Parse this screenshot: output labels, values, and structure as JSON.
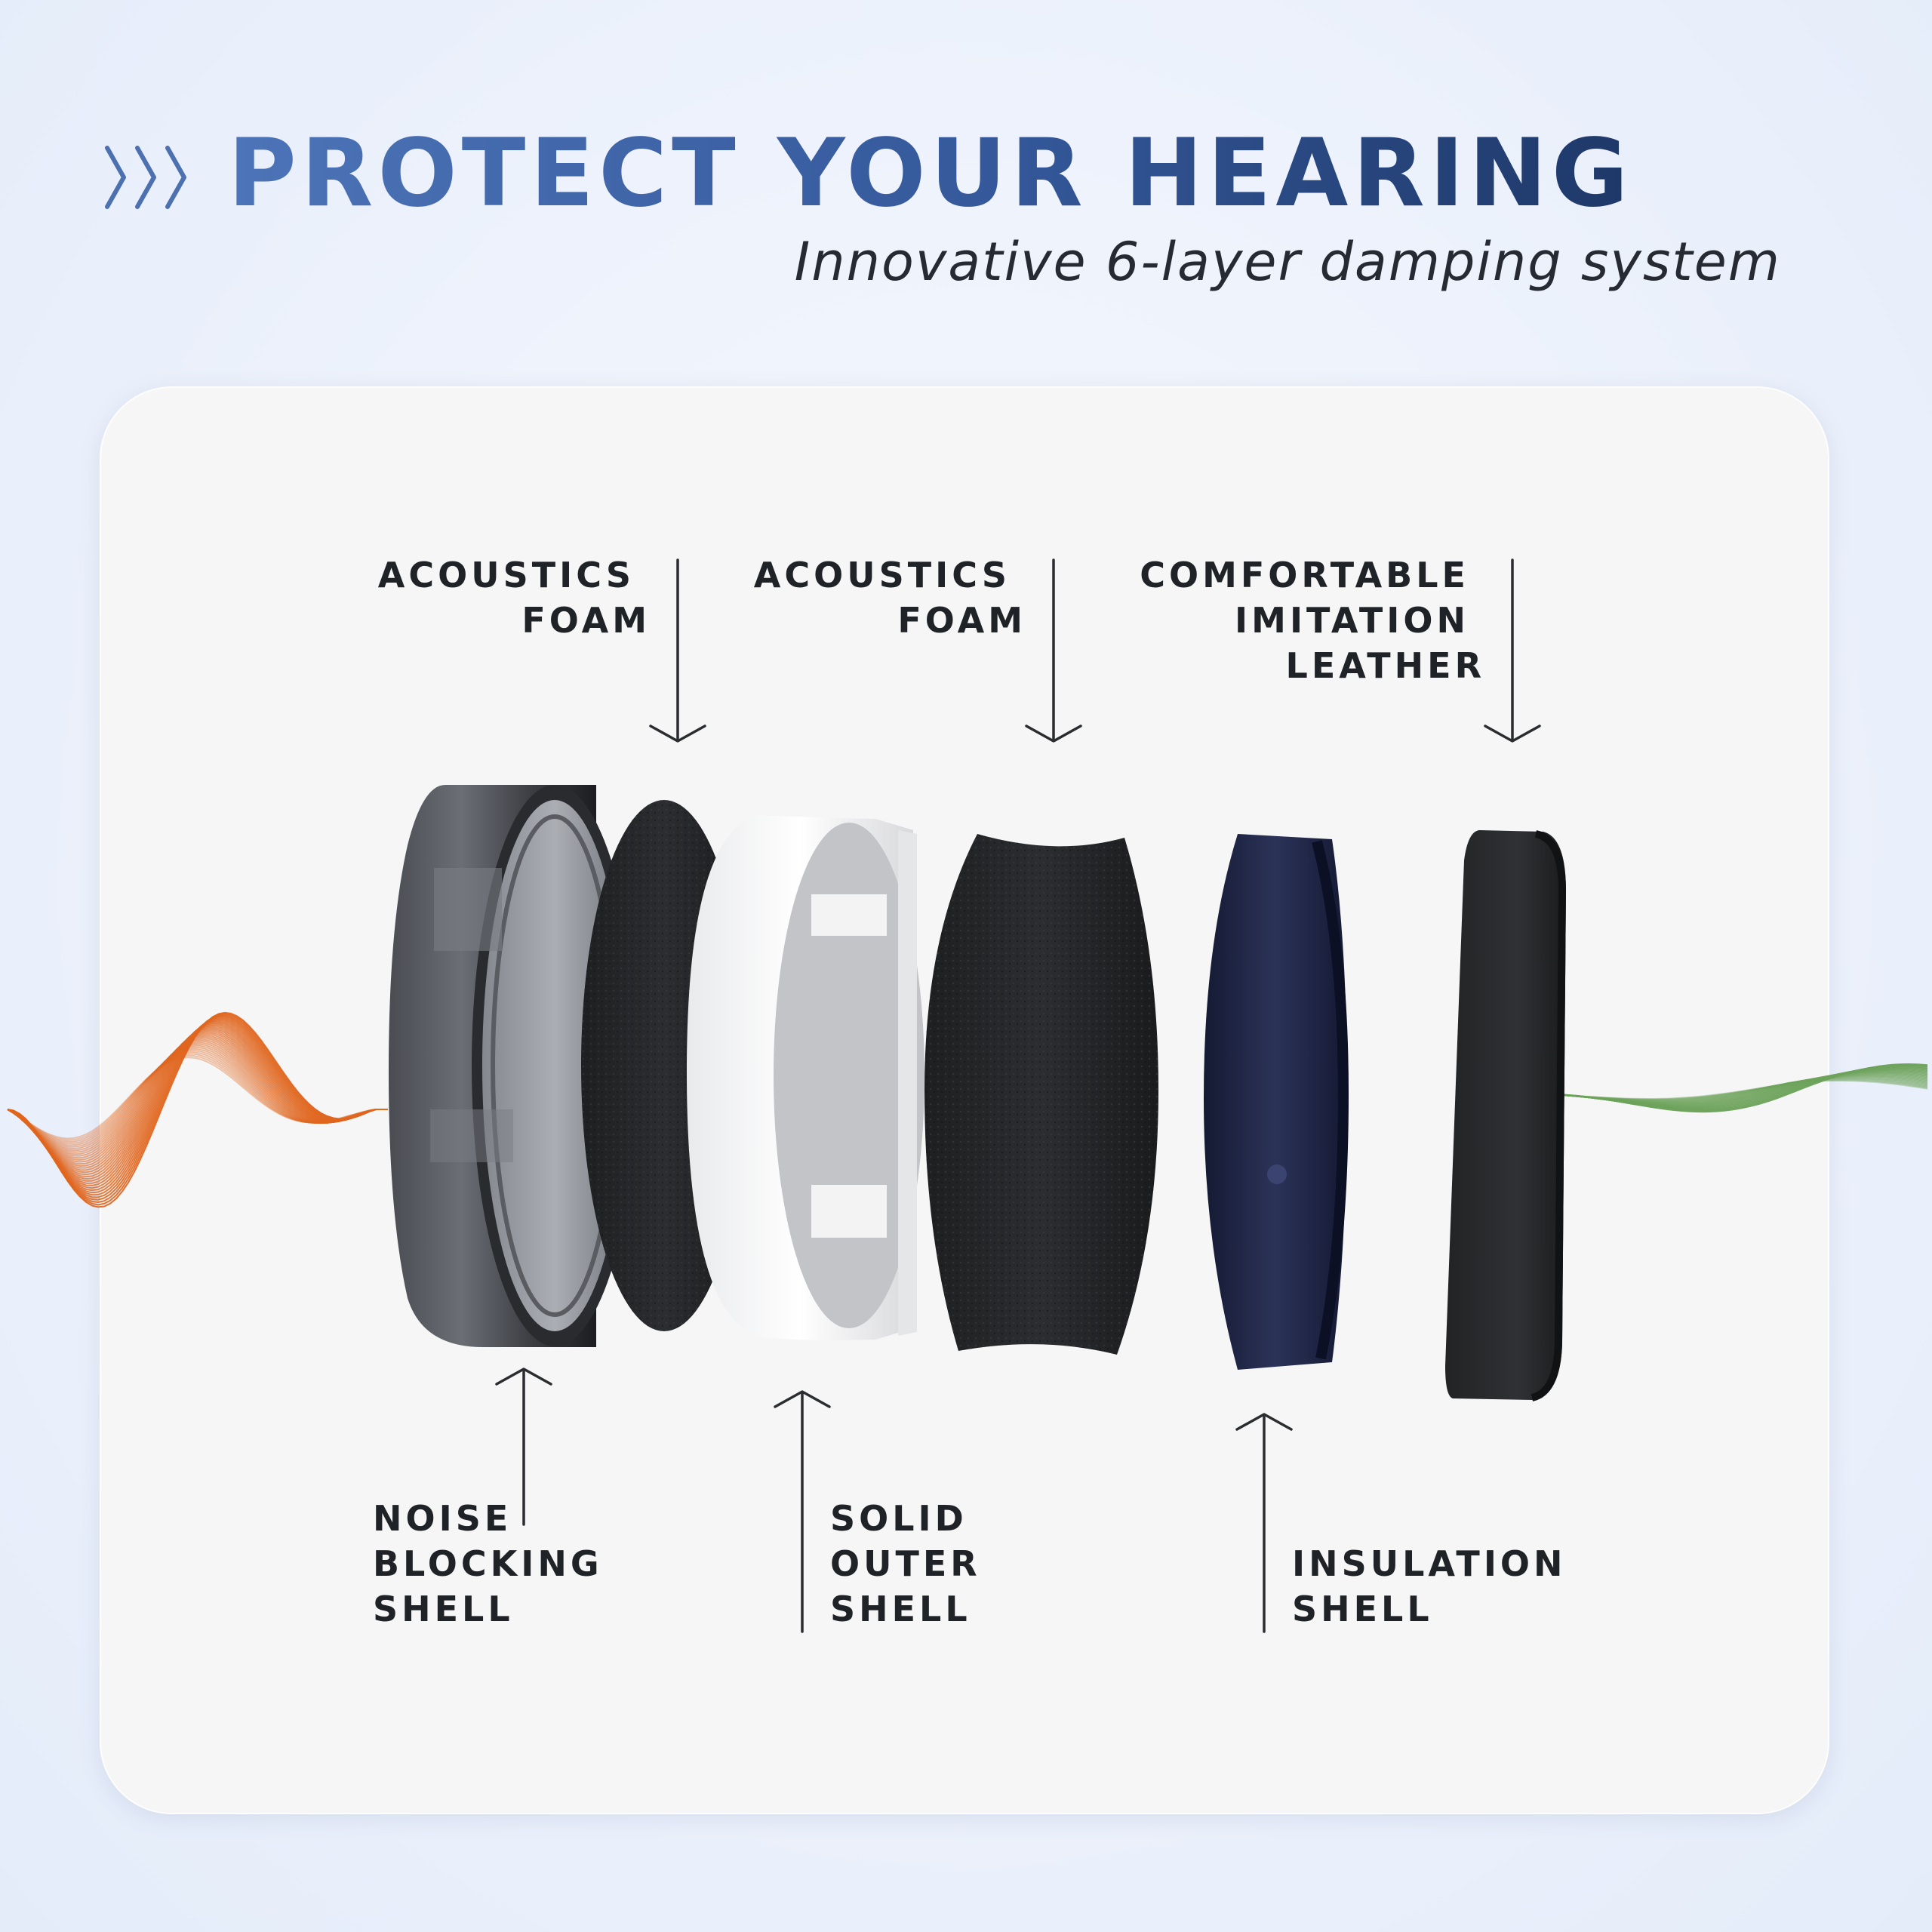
{
  "header": {
    "title": "PROTECT YOUR HEARING",
    "subtitle": "Innovative 6-layer damping system",
    "chevrons_icon": "triple-chevron-right-icon"
  },
  "colors": {
    "title_start": "#4d74b8",
    "title_end": "#1e3868",
    "text": "#1f2226",
    "wave_in": "#e0661f",
    "wave_out": "#6ea35c",
    "insulation_shell": "#22294a"
  },
  "layers": [
    {
      "id": "noise-blocking-shell",
      "lines": [
        "NOISE",
        "BLOCKING",
        "SHELL"
      ]
    },
    {
      "id": "acoustics-foam-1",
      "lines": [
        "ACOUSTICS",
        "FOAM"
      ]
    },
    {
      "id": "solid-outer-shell",
      "lines": [
        "SOLID",
        "OUTER",
        "SHELL"
      ]
    },
    {
      "id": "acoustics-foam-2",
      "lines": [
        "ACOUSTICS",
        "FOAM"
      ]
    },
    {
      "id": "insulation-shell",
      "lines": [
        "INSULATION",
        "SHELL"
      ]
    },
    {
      "id": "comfortable-imitation-leather",
      "lines": [
        "COMFORTABLE",
        "IMITATION",
        "LEATHER"
      ]
    }
  ]
}
